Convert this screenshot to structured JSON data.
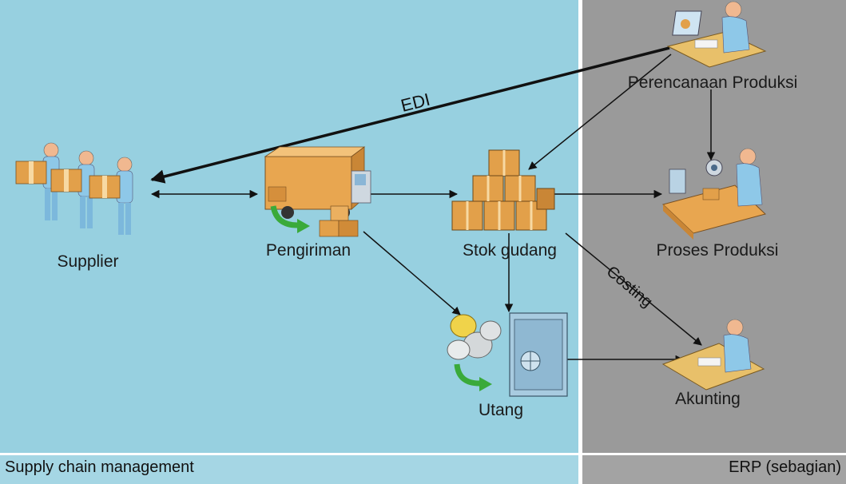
{
  "zones": {
    "left": "Supply chain management",
    "right": "ERP (sebagian)"
  },
  "nodes": {
    "supplier": "Supplier",
    "pengiriman": "Pengiriman",
    "stok_gudang": "Stok gudang",
    "utang": "Utang",
    "perencanaan_produksi": "Perencanaan Produksi",
    "proses_produksi": "Proses Produksi",
    "akunting": "Akunting"
  },
  "edges": {
    "edi": "EDI",
    "costing": "Costing"
  },
  "colors": {
    "scm_background": "#97d0e0",
    "erp_background": "#9a9a9a",
    "box": "#e2a04a",
    "person": "#8ec8e8",
    "arrow": "#111111"
  }
}
